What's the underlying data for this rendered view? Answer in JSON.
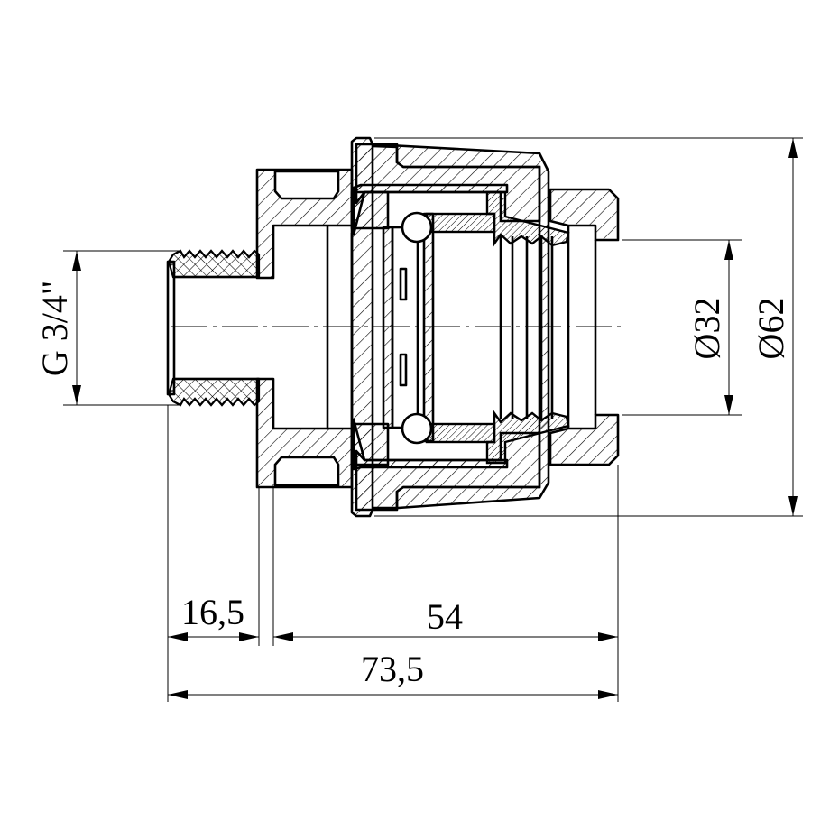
{
  "drawing": {
    "title": "Compression fitting with male thread G 3/4\" for 32 mm pipe",
    "dimensions": {
      "thread": "G 3/4\"",
      "pipe_diameter": "Ø32",
      "outer_diameter": "Ø62",
      "thread_length": "16,5",
      "body_length": "54",
      "total_length": "73,5"
    }
  }
}
